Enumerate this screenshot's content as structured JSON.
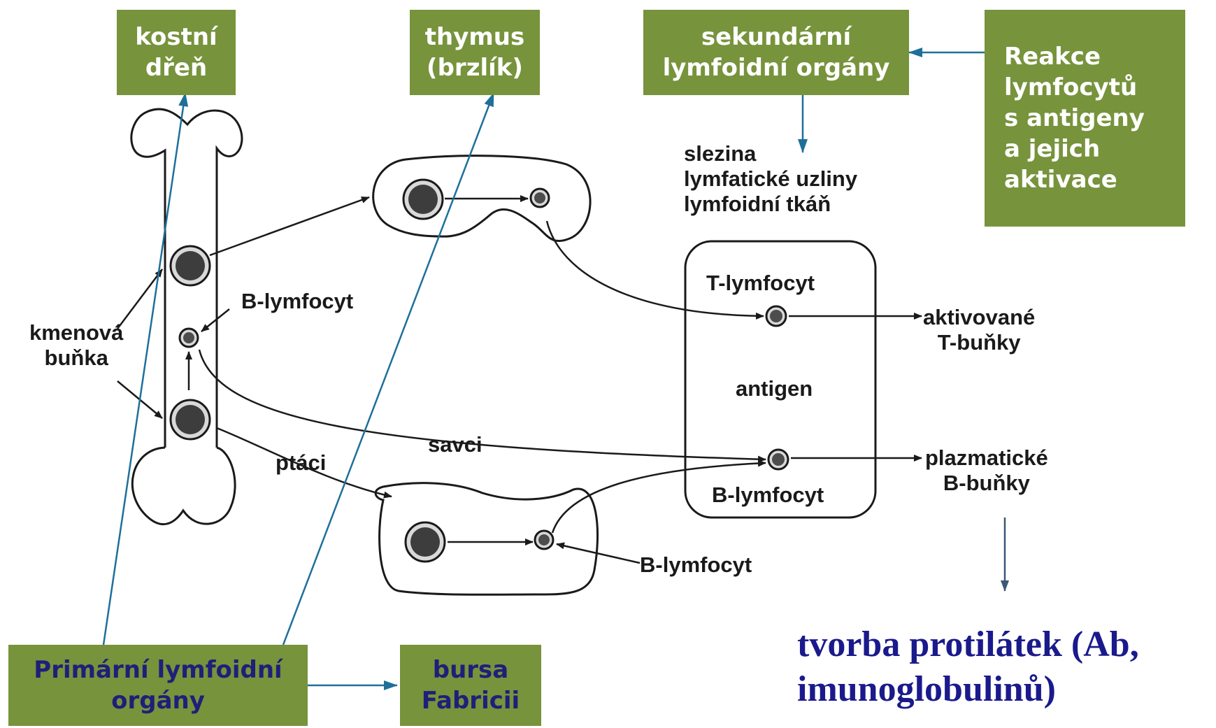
{
  "boxes": {
    "kostni_dren": [
      "kostní",
      "dřeň"
    ],
    "thymus": [
      "thymus",
      "(brzlík)"
    ],
    "sekundarni": [
      "sekundární",
      "lymfoidní orgány"
    ],
    "reakce": [
      "Reakce",
      "lymfocytů",
      "s antigeny",
      "a jejich",
      "aktivace"
    ],
    "primarni": [
      "Primární lymfoidní",
      "orgány"
    ],
    "bursa": [
      "bursa",
      "Fabricii"
    ]
  },
  "labels": {
    "organ_list": [
      "slezina",
      "lymfatické uzliny",
      "lymfoidní tkáň"
    ],
    "t_lymfocyt": "T-lymfocyt",
    "antigen": "antigen",
    "b_lymfocyt_node": "B-lymfocyt",
    "b_lymfocyt_bone": "B-lymfocyt",
    "b_lymfocyt_bursa": "B-lymfocyt",
    "kmenova": [
      "kmenová",
      "buňka"
    ],
    "savci": "savci",
    "ptaci": "ptáci",
    "aktivovane": [
      "aktivované",
      "T-buňky"
    ],
    "plazmaticke": [
      "plazmatické",
      "B-buňky"
    ]
  },
  "outcome": [
    "tvorba protilátek (Ab,",
    "imunoglobulinů)"
  ],
  "colors": {
    "box_fill": "#77933c",
    "box_text": "#ffffff",
    "outcome_text": "#1a1a8c",
    "pointer_line": "#1f6f9a"
  }
}
